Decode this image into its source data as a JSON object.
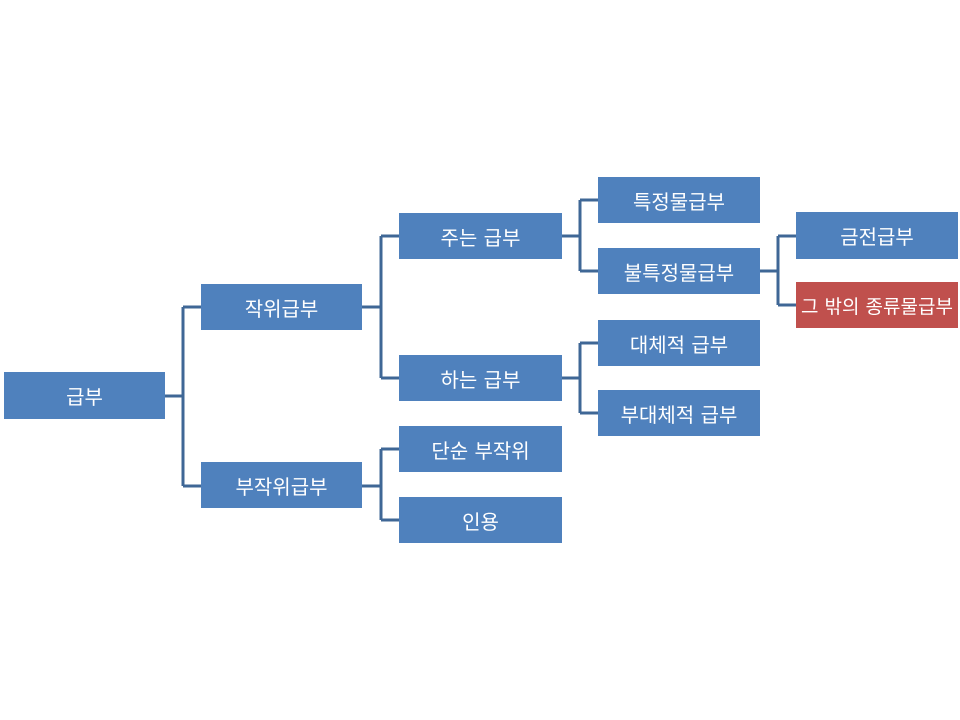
{
  "diagram": {
    "root": "급부",
    "performance": "작위급부",
    "non_performance": "부작위급부",
    "giving": "주는 급부",
    "doing": "하는 급부",
    "simple_omission": "단순 부작위",
    "tolerance": "인용",
    "specific_thing": "특정물급부",
    "unspecific_thing": "불특정물급부",
    "substitutable": "대체적 급부",
    "non_substitutable": "부대체적 급부",
    "money": "금전급부",
    "other_generic": "그 밖의 종류물급부"
  },
  "colors": {
    "node": "#4f81bd",
    "highlight_node": "#c0504d",
    "connector": "#3f6796",
    "text": "#ffffff"
  }
}
